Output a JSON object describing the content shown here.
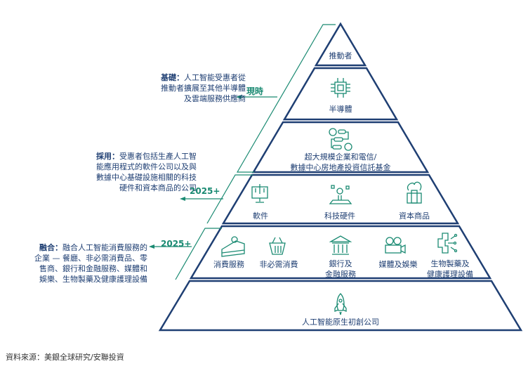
{
  "colors": {
    "navy": "#1f3f73",
    "teal": "#1a8a72"
  },
  "pyramid": {
    "layers": [
      {
        "label": "推動者",
        "icons": []
      },
      {
        "label": "半導體",
        "icon": "chip-icon"
      },
      {
        "label": "超大規模企業和電信/\n數據中心房地產投資信託基金",
        "icon": "workflow-icon"
      },
      {
        "items": [
          {
            "label": "軟件",
            "icon": "monitor-icon"
          },
          {
            "label": "科技硬件",
            "icon": "hardware-icon"
          },
          {
            "label": "資本商品",
            "icon": "building-icon"
          }
        ]
      },
      {
        "items": [
          {
            "label": "消費服務",
            "icon": "cake-icon"
          },
          {
            "label": "非必需消費",
            "icon": "basket-icon"
          },
          {
            "label": "銀行及\n金融服務",
            "icon": "bank-icon"
          },
          {
            "label": "媒體及娛樂",
            "icon": "camera-icon"
          },
          {
            "label": "生物製藥及\n健康護理設備",
            "icon": "medical-icon"
          }
        ]
      },
      {
        "label": "人工智能原生初創公司",
        "icon": "rocket-icon"
      }
    ]
  },
  "annotations": [
    {
      "title": "基礎",
      "text": "人工智能受惠者從\n推動者擴展至其他半導體\n及雲端服務供應商",
      "timing": "現時"
    },
    {
      "title": "採用",
      "text": "受惠者包括生產人工智\n能應用程式的軟件公司以及與\n數據中心基礎設施相關的科技\n硬件和資本商品的公司",
      "timing": "2025+"
    },
    {
      "title": "融合",
      "text": "融合人工智能消費服務的\n企業 — 餐廳、非必需消費品、零\n售商、銀行和金融服務、媒體和\n娛樂、生物製藥及健康護理設備",
      "timing": "2025+"
    }
  ],
  "source": "資料來源：美銀全球研究/安聯投資"
}
